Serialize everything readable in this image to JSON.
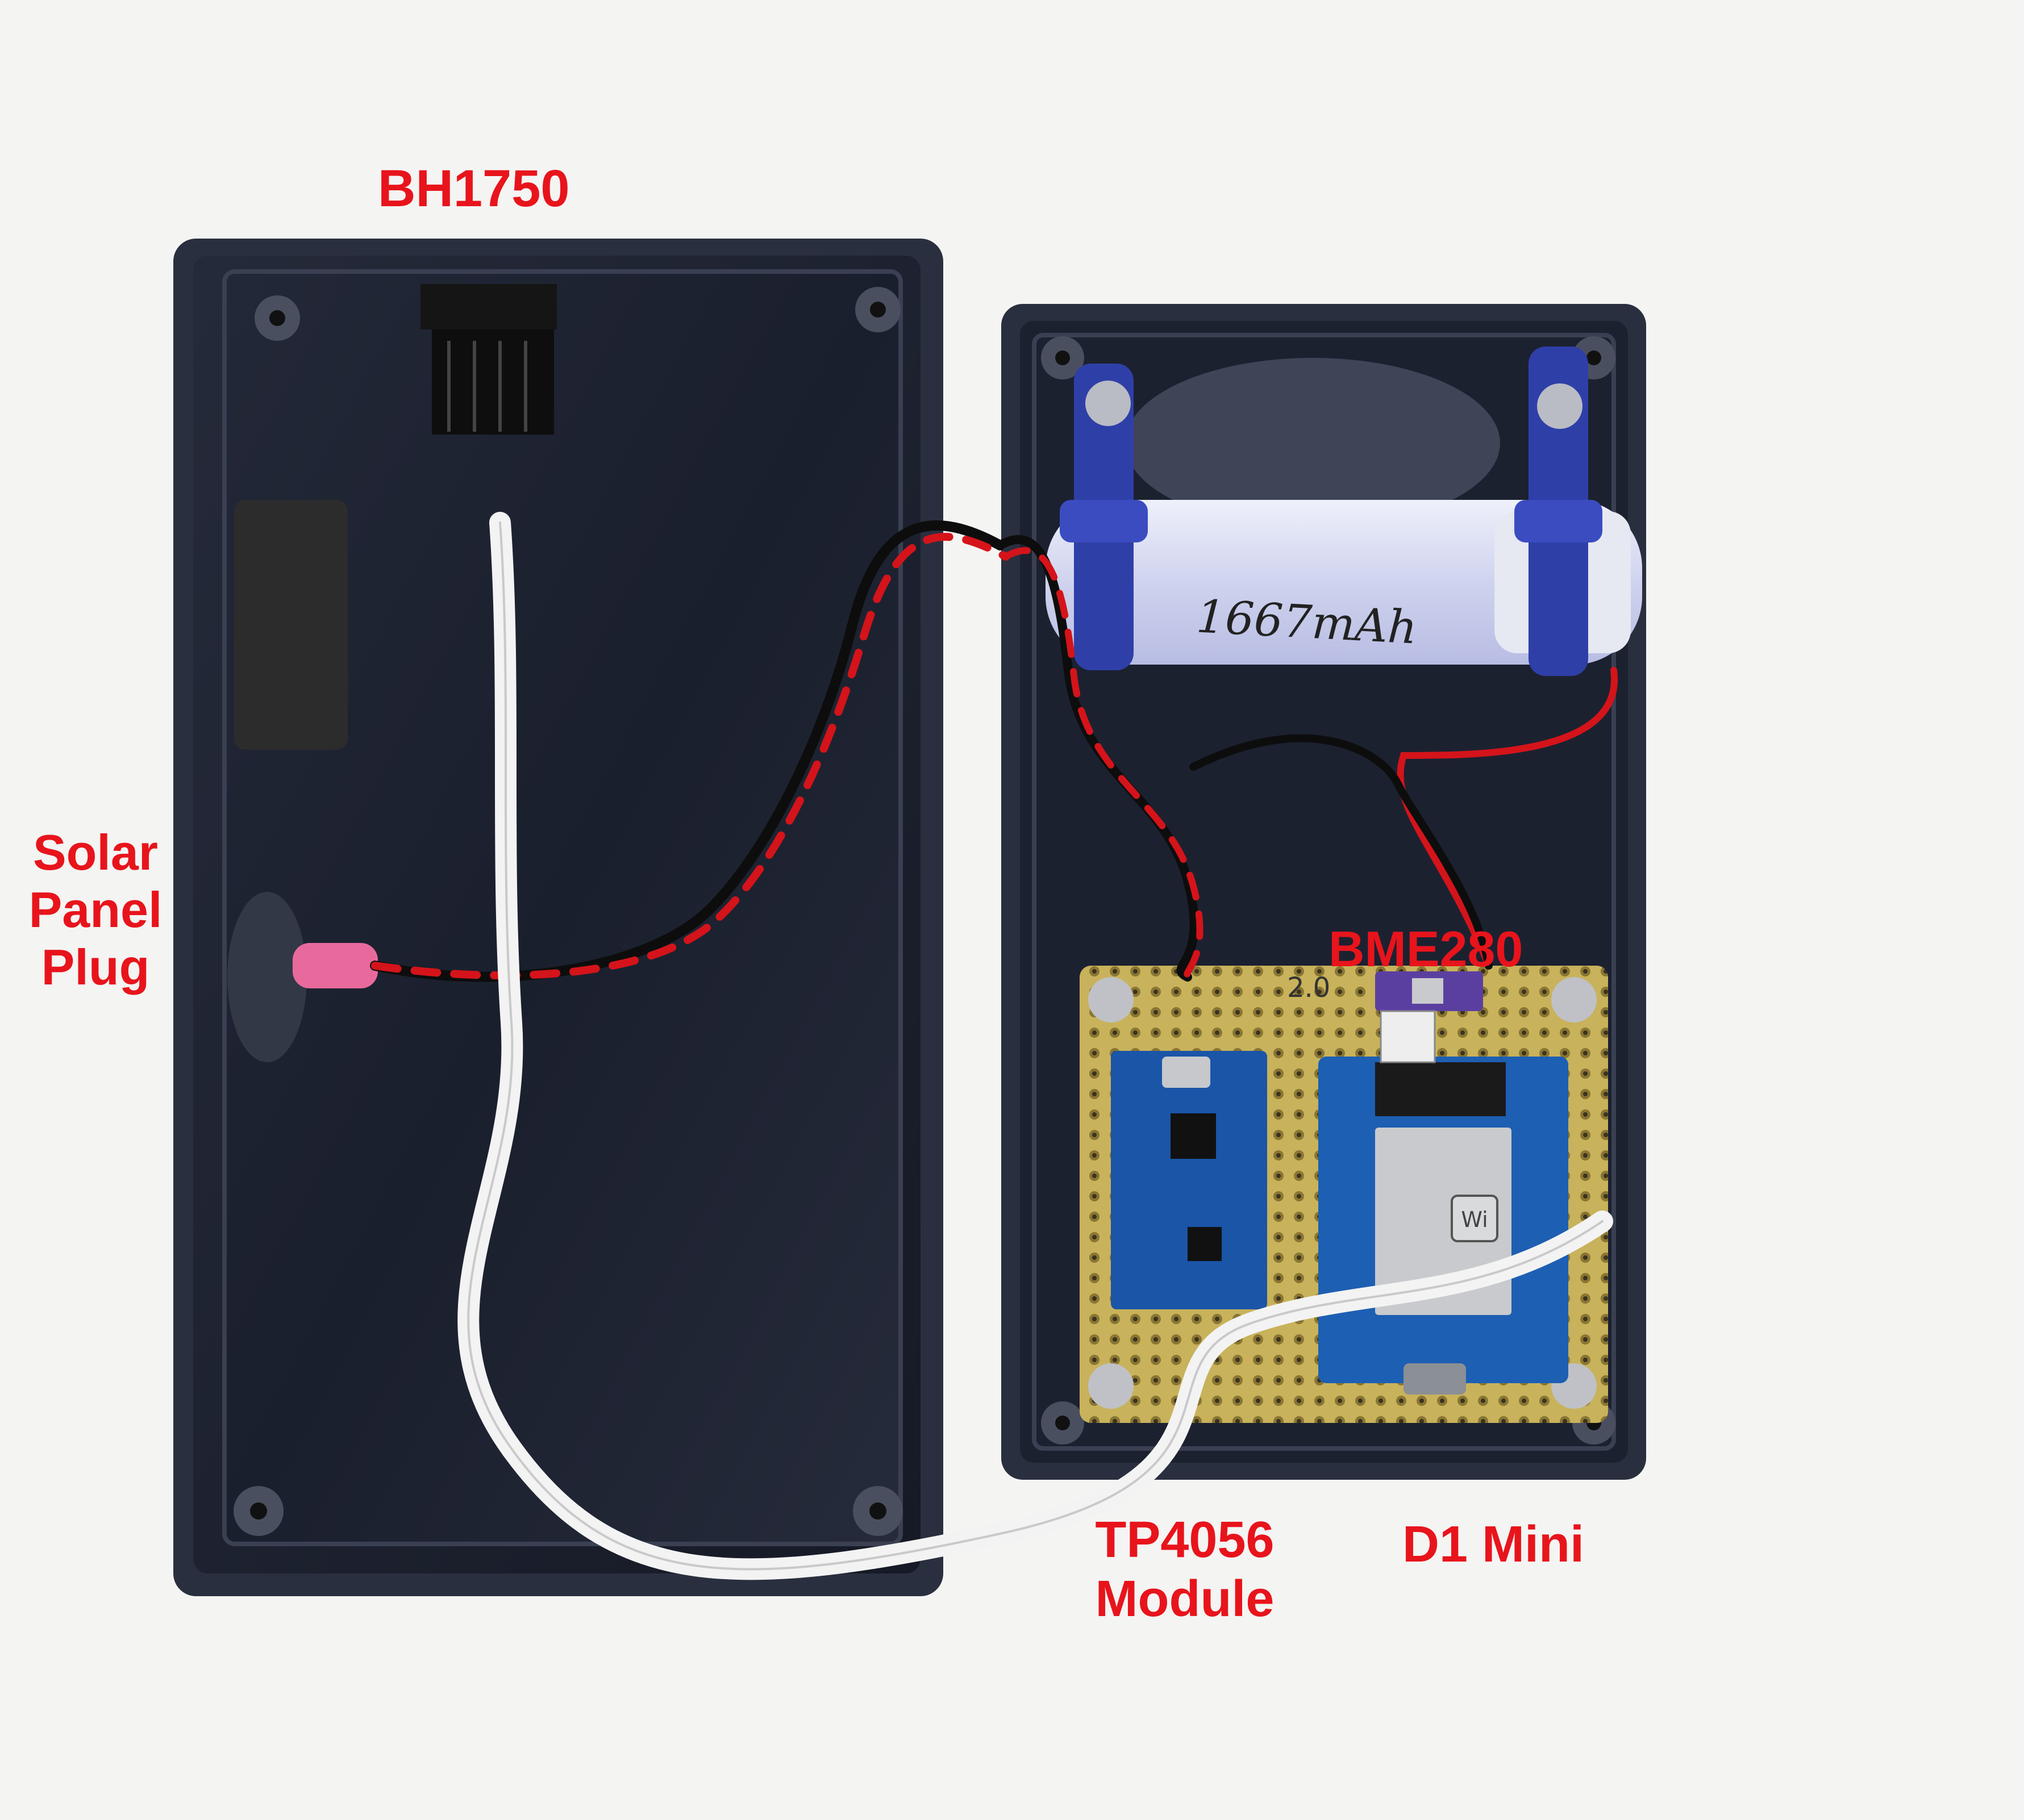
{
  "labels": {
    "bh1750": "BH1750",
    "solar_panel_plug": [
      "Solar",
      "Panel",
      "Plug"
    ],
    "bme280": "BME280",
    "tp4056_module": [
      "TP4056",
      "Module"
    ],
    "d1_mini": "D1 Mini"
  },
  "battery": {
    "handwritten_capacity": "1667mAh"
  },
  "board_markings": {
    "version": "2.0"
  },
  "colors": {
    "label_red": "#e8141c",
    "enclosure": "#1c2130",
    "background": "#f4f4f2",
    "battery_clip_blue": "#2f3fa8",
    "battery_sleeve": "#d9dcf0",
    "perfboard": "#c9b35a",
    "d1_mini_pcb": "#1d5fb3",
    "tp4056_pcb": "#1a55a8",
    "wire_red": "#d4141a",
    "wire_black": "#0d0d0d",
    "ribbon_white": "#f0f0f0"
  },
  "icons": [
    "wifi-logo-icon",
    "usb-port-icon",
    "screw-icon"
  ]
}
